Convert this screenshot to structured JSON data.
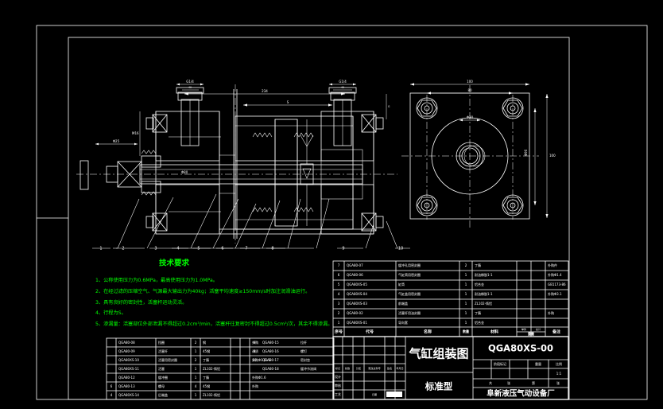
{
  "app": {
    "kind": "cad-drawing-viewer",
    "background_color": "#000000",
    "line_color": "#ffffff",
    "note_color": "#00ff00"
  },
  "drawing": {
    "title_cn": "气缸组装图",
    "subtitle_cn": "标准型",
    "number": "QGA80XS-00",
    "company_cn": "阜新液压气动设备厂",
    "scale_label": "1:1"
  },
  "notes": {
    "heading": "技术要求",
    "items": [
      "1、公称使用压力为0.6MPa，最高使用压力为1.0MPa。",
      "2、在经过滤的压缩空气、气源最大输出力为40kg；活塞平均速度≥150mm/s时加注润滑油运行。",
      "3、具有良好的密封性，活塞杆运动灵活。",
      "4、行程为S。",
      "5、渗漏量：活塞部位外部泄漏不得超过0.2cm³/min，活塞杆往复密封不得超过0.5cm³/次，其余不得渗漏。"
    ]
  },
  "title_block": {
    "headers": {
      "seq": "序号",
      "code": "代号",
      "name": "名称",
      "qty": "数量",
      "material": "材料",
      "unit_mass": "单件",
      "total_mass": "总计",
      "remark": "备注",
      "mass_group": "重量"
    },
    "sign_columns": [
      "标记",
      "处数",
      "分区",
      "更改文件号",
      "签名",
      "年月日"
    ],
    "sign_rows": [
      {
        "role": "设计",
        "name": "",
        "date": ""
      },
      {
        "role": "审核",
        "name": "",
        "date": ""
      },
      {
        "role": "工艺",
        "name": "",
        "date": ""
      },
      {
        "role": "批准",
        "name": "",
        "date": ""
      }
    ],
    "stage_row": [
      "阶段标记",
      "重量",
      "比例"
    ],
    "sheet_row": [
      "共",
      "张",
      "第",
      "张"
    ],
    "date_label": "日期"
  },
  "bom_right": {
    "columns": [
      "序号",
      "代号",
      "名称",
      "数量",
      "材料",
      "单件",
      "总计",
      "备注"
    ],
    "rows": [
      {
        "seq": "7",
        "code": "QGA80-07",
        "name": "缓冲孔用密封圈",
        "qty": "2",
        "material": "丁腈",
        "unit": "",
        "total": "",
        "remark": "外购件"
      },
      {
        "seq": "6",
        "code": "QGA80-06",
        "name": "气缸筒用密封圈",
        "qty": "1",
        "material": "耐油橡胶1-1",
        "unit": "",
        "total": "",
        "remark": "外购Φ1.4"
      },
      {
        "seq": "5",
        "code": "QGA80XS-05",
        "name": "缸筒",
        "qty": "1",
        "material": "铝合金",
        "unit": "",
        "total": "",
        "remark": "GB1173-86"
      },
      {
        "seq": "4",
        "code": "QGA80XS-04",
        "name": "气缸盖用密封圈",
        "qty": "1",
        "material": "耐油橡胶1-1",
        "unit": "",
        "total": "",
        "remark": "外购Φ3.1"
      },
      {
        "seq": "3",
        "code": "QGA80XS-03",
        "name": "前端盖",
        "qty": "1",
        "material": "ZL102-铸铝",
        "unit": "",
        "total": "",
        "remark": ""
      },
      {
        "seq": "2",
        "code": "QGA80-02",
        "name": "活塞杆用油封圈",
        "qty": "1",
        "material": "丁腈",
        "unit": "",
        "total": "",
        "remark": "外购"
      },
      {
        "seq": "1",
        "code": "QGA80XS-01",
        "name": "导向套",
        "qty": "1",
        "material": "铝合金",
        "unit": "",
        "total": "",
        "remark": ""
      }
    ]
  },
  "bom_left": {
    "rows_left": [
      {
        "seq": "",
        "code": "QGA80-08",
        "name": "挡圈",
        "qty": "2",
        "material": "钢",
        "unit": "",
        "total": "",
        "remark": "外购"
      },
      {
        "seq": "",
        "code": "QGA80-09",
        "name": "活塞杆",
        "qty": "1",
        "material": "45钢",
        "unit": "",
        "total": "",
        "remark": "调质"
      },
      {
        "seq": "",
        "code": "QGA80XS-10",
        "name": "活塞用密封圈",
        "qty": "2",
        "material": "丁腈",
        "unit": "",
        "total": "",
        "remark": "外购Φ1.8×3"
      },
      {
        "seq": "",
        "code": "QGA80XS-11",
        "name": "活塞",
        "qty": "1",
        "material": "ZL102-铸铝",
        "unit": "",
        "total": "",
        "remark": ""
      },
      {
        "seq": "",
        "code": "QGA80-12",
        "name": "缓冲圈",
        "qty": "1",
        "material": "丁腈",
        "unit": "",
        "total": "",
        "remark": "外购Φ1.6"
      },
      {
        "seq": "6",
        "code": "QGA80-13",
        "name": "螺母",
        "qty": "4",
        "material": "45钢",
        "unit": "",
        "total": "",
        "remark": "外购"
      },
      {
        "seq": "4",
        "code": "QGA80XS-14",
        "name": "后端盖",
        "qty": "1",
        "material": "ZL102-铸铝",
        "unit": "",
        "total": "",
        "remark": ""
      }
    ],
    "rows_right": [
      {
        "seq": "8",
        "code": "QGA80-15",
        "name": "拉杆",
        "qty": "4",
        "material": "45钢",
        "unit": "",
        "total": "",
        "remark": "调质"
      },
      {
        "seq": "9",
        "code": "QGA80-16",
        "name": "螺钉",
        "qty": "4",
        "material": "35钢",
        "unit": "",
        "total": "",
        "remark": "GB70-85"
      },
      {
        "seq": "10",
        "code": "QGA80-17",
        "name": "密封垫",
        "qty": "2",
        "material": "纸板",
        "unit": "",
        "total": "",
        "remark": ""
      },
      {
        "seq": "",
        "code": "QGA80-18",
        "name": "缓冲节流阀",
        "qty": "2",
        "material": "组件",
        "unit": "",
        "total": "",
        "remark": ""
      },
      {
        "seq": "",
        "code": "",
        "name": "",
        "qty": "",
        "material": "",
        "unit": "",
        "total": "",
        "remark": ""
      }
    ]
  },
  "balloons": [
    "1",
    "2",
    "3",
    "4",
    "5",
    "6",
    "7",
    "8",
    "9",
    "10"
  ],
  "dimensions": {
    "overall_length": "234",
    "stroke": "S",
    "bore": "Φ80",
    "rod": "Φ25",
    "flange_width": "100",
    "bolt_spacing": "80",
    "port_thread": "G1/4",
    "end_view_dia": "Φ30",
    "end_view_height": "100",
    "end_view_pcd": "Φ90"
  }
}
